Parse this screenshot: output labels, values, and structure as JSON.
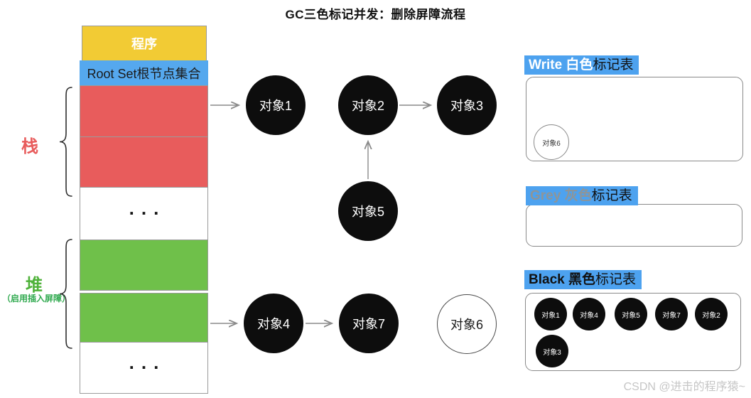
{
  "title": "GC三色标记并发：删除屏障流程",
  "left_column": {
    "program": "程序",
    "root_set": "Root Set根节点集合",
    "ellipsis_top": "...",
    "ellipsis_bottom": "..."
  },
  "stack": {
    "label": "栈"
  },
  "heap": {
    "label": "堆",
    "note": "（启用插入屏障）"
  },
  "graph": {
    "node1": "对象1",
    "node2": "对象2",
    "node3": "对象3",
    "node4": "对象4",
    "node5": "对象5",
    "node6": "对象6",
    "node7": "对象7"
  },
  "tables": {
    "white": {
      "prefix": "Write 白色",
      "suffix": "标记表",
      "items": [
        "对象6"
      ]
    },
    "grey": {
      "prefix": "Grey 灰色",
      "suffix": "标记表",
      "items": []
    },
    "black": {
      "prefix": "Black 黑色",
      "suffix": "标记表",
      "items": [
        "对象1",
        "对象4",
        "对象5",
        "对象7",
        "对象2",
        "对象3"
      ]
    }
  },
  "watermark": "CSDN @进击的程序猿~",
  "colors": {
    "program_yellow": "#F2CB34",
    "root_set_blue": "#55A8EE",
    "stack_red": "#E85C5C",
    "heap_green": "#6FC04A",
    "node_black": "#0D0D0D",
    "header_blue": "#4DA2EF",
    "arrow_grey": "#8a8a8a"
  }
}
